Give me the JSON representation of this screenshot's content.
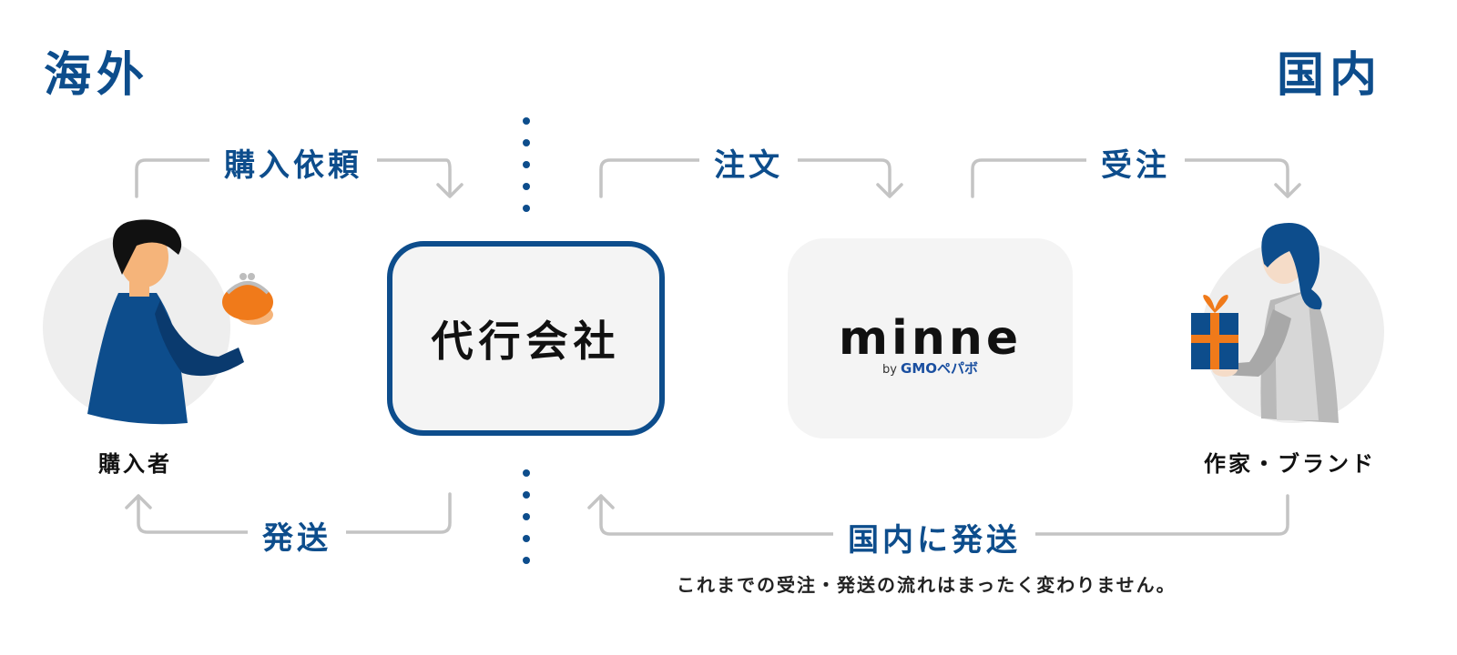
{
  "regions": {
    "overseas": "海外",
    "domestic": "国内"
  },
  "flows": {
    "purchase_request": "購入依頼",
    "order": "注文",
    "receive_order": "受注",
    "shipping": "発送",
    "domestic_shipping": "国内に発送"
  },
  "nodes": {
    "buyer": "購入者",
    "agent": "代行会社",
    "platform_logo": "minne",
    "platform_sub_by": "by",
    "platform_sub_brand": "GMOペパボ",
    "creator": "作家・ブランド"
  },
  "note": "これまでの受注・発送の流れはまったく変わりません。",
  "colors": {
    "brand_blue": "#0d4d8c",
    "arrow_gray": "#c4c4c4",
    "box_bg": "#f4f4f4",
    "accent_orange": "#f07a1a"
  },
  "icons": {
    "buyer_illustration": "person-holding-coin-purse",
    "creator_illustration": "person-holding-gift-box"
  }
}
